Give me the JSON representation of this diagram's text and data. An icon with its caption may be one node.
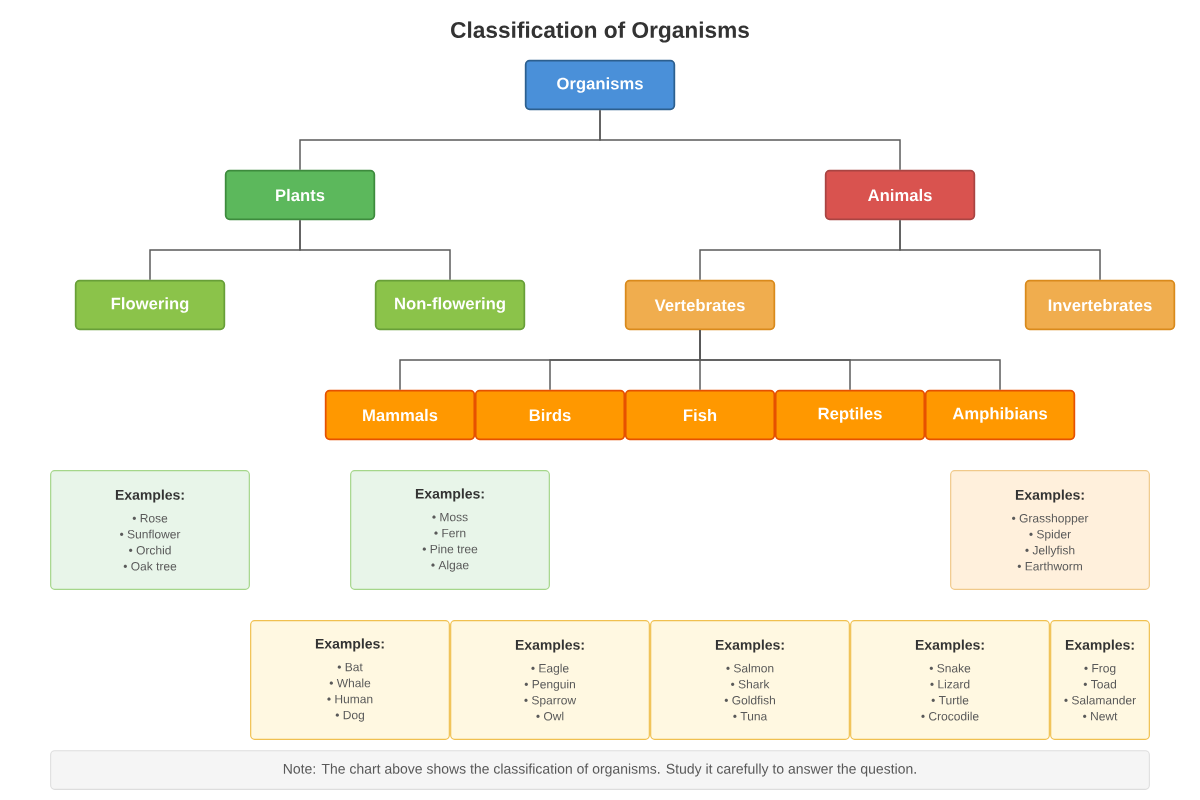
{
  "diagram": {
    "title": "Classification of Organisms",
    "nodes": [
      {
        "text": [
          "Organisms"
        ]
      },
      {
        "text": [
          "Plants"
        ]
      },
      {
        "text": [
          "Animals"
        ]
      },
      {
        "text": [
          "Flowering"
        ]
      },
      {
        "text": [
          "Non-flowering"
        ]
      },
      {
        "text": [
          "Vertebrates"
        ]
      },
      {
        "text": [
          "Invertebrates"
        ]
      },
      {
        "text": [
          "Mammals"
        ]
      },
      {
        "text": [
          "Birds"
        ]
      },
      {
        "text": [
          "Fish"
        ]
      },
      {
        "text": [
          "Reptiles"
        ]
      },
      {
        "text": [
          "Amphibians"
        ]
      },
      {
        "text": [
          "Examples:",
          "• Rose",
          "• Sunflower",
          "• Orchid",
          "• Oak tree"
        ]
      },
      {
        "text": [
          "Examples:",
          "• Moss",
          "• Fern",
          "• Pine tree",
          "• Algae"
        ]
      },
      {
        "text": [
          "Examples:",
          "• Grasshopper",
          "• Spider",
          "• Jellyfish",
          "• Earthworm"
        ]
      },
      {
        "text": [
          "Examples:",
          "• Bat",
          "• Whale",
          "• Human",
          "• Dog"
        ]
      },
      {
        "text": [
          "Examples:",
          "• Eagle",
          "• Penguin",
          "• Sparrow",
          "• Owl"
        ]
      },
      {
        "text": [
          "Examples:",
          "• Salmon",
          "• Shark",
          "• Goldfish",
          "• Tuna"
        ]
      },
      {
        "text": [
          "Examples:",
          "• Snake",
          "• Lizard",
          "• Turtle",
          "• Crocodile"
        ]
      },
      {
        "text": [
          "Examples:",
          "• Frog",
          "• Toad",
          "• Salamander",
          "• Newt"
        ]
      },
      {
        "text": [
          "Note: The chart above shows the classification of organisms. Study it carefully to answer the question."
        ]
      }
    ],
    "edges": [
      {
        "from": 0,
        "to": 1,
        "arrow": "none"
      },
      {
        "from": 0,
        "to": 2,
        "arrow": "none"
      },
      {
        "from": 1,
        "to": 3,
        "arrow": "none"
      },
      {
        "from": 1,
        "to": 4,
        "arrow": "none"
      },
      {
        "from": 2,
        "to": 5,
        "arrow": "none"
      },
      {
        "from": 2,
        "to": 6,
        "arrow": "none"
      },
      {
        "from": 5,
        "to": 7,
        "arrow": "none"
      },
      {
        "from": 5,
        "to": 8,
        "arrow": "none"
      },
      {
        "from": 5,
        "to": 9,
        "arrow": "none"
      },
      {
        "from": 5,
        "to": 10,
        "arrow": "none"
      },
      {
        "from": 5,
        "to": 11,
        "arrow": "none"
      }
    ]
  }
}
